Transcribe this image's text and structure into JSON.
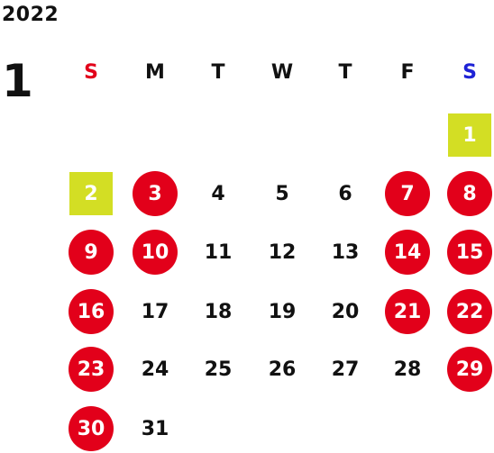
{
  "year": "2022",
  "month": "1",
  "colors": {
    "sunday_label": "#e2001a",
    "saturday_label": "#1e22d6",
    "weekday_label": "#111111",
    "holiday_fill": "#e2001a",
    "special_fill": "#d3de24",
    "holiday_text": "#ffffff",
    "normal_text": "#111111"
  },
  "weekdays": [
    {
      "label": "S",
      "type": "sun"
    },
    {
      "label": "M",
      "type": "wd"
    },
    {
      "label": "T",
      "type": "wd"
    },
    {
      "label": "W",
      "type": "wd"
    },
    {
      "label": "T",
      "type": "wd"
    },
    {
      "label": "F",
      "type": "wd"
    },
    {
      "label": "S",
      "type": "sat"
    }
  ],
  "first_weekday_index": 6,
  "days": [
    {
      "d": "1",
      "style": "special"
    },
    {
      "d": "2",
      "style": "special"
    },
    {
      "d": "3",
      "style": "holiday"
    },
    {
      "d": "4",
      "style": "normal"
    },
    {
      "d": "5",
      "style": "normal"
    },
    {
      "d": "6",
      "style": "normal"
    },
    {
      "d": "7",
      "style": "holiday"
    },
    {
      "d": "8",
      "style": "holiday"
    },
    {
      "d": "9",
      "style": "holiday"
    },
    {
      "d": "10",
      "style": "holiday"
    },
    {
      "d": "11",
      "style": "normal"
    },
    {
      "d": "12",
      "style": "normal"
    },
    {
      "d": "13",
      "style": "normal"
    },
    {
      "d": "14",
      "style": "holiday"
    },
    {
      "d": "15",
      "style": "holiday"
    },
    {
      "d": "16",
      "style": "holiday"
    },
    {
      "d": "17",
      "style": "normal"
    },
    {
      "d": "18",
      "style": "normal"
    },
    {
      "d": "19",
      "style": "normal"
    },
    {
      "d": "20",
      "style": "normal"
    },
    {
      "d": "21",
      "style": "holiday"
    },
    {
      "d": "22",
      "style": "holiday"
    },
    {
      "d": "23",
      "style": "holiday"
    },
    {
      "d": "24",
      "style": "normal"
    },
    {
      "d": "25",
      "style": "normal"
    },
    {
      "d": "26",
      "style": "normal"
    },
    {
      "d": "27",
      "style": "normal"
    },
    {
      "d": "28",
      "style": "normal"
    },
    {
      "d": "29",
      "style": "holiday"
    },
    {
      "d": "30",
      "style": "holiday"
    },
    {
      "d": "31",
      "style": "normal"
    }
  ]
}
